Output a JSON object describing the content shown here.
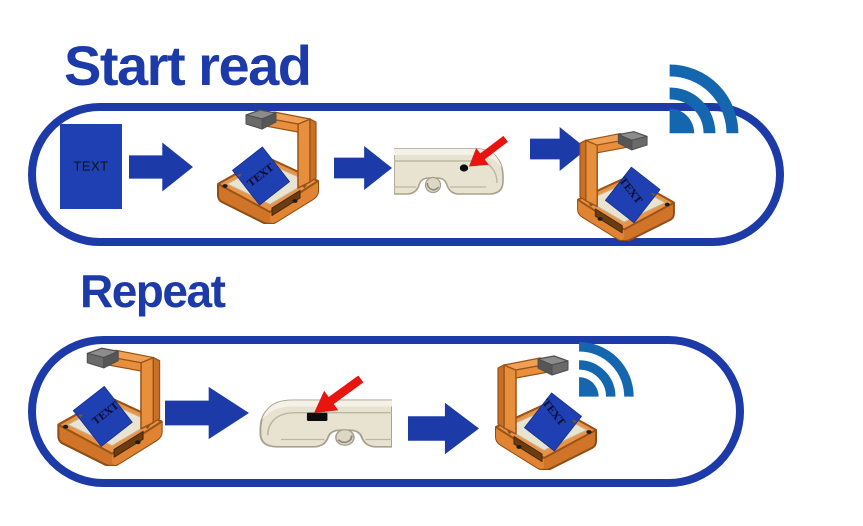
{
  "diagram": {
    "type": "instruction-flow",
    "device": "document scanner with camera arm",
    "paper_label": "TEXT"
  },
  "colors": {
    "primary_blue": "#1c3aa8",
    "wifi_blue": "#1467af",
    "alert_red": "#e8140f",
    "device_orange": "#ea9246",
    "panel_beige": "#e8e3d1",
    "paper_blue": "#1e40b2"
  },
  "sections": [
    {
      "id": "start-read",
      "title": "Start read",
      "steps": [
        {
          "name": "text-document",
          "label": "TEXT"
        },
        {
          "name": "flow-arrow"
        },
        {
          "name": "scanner-with-document",
          "paper_label": "TEXT"
        },
        {
          "name": "flow-arrow"
        },
        {
          "name": "button-closeup",
          "callout": "red arrow pointing at round start button"
        },
        {
          "name": "flow-arrow"
        },
        {
          "name": "scanner-transmitting",
          "paper_label": "TEXT",
          "wifi": true
        }
      ]
    },
    {
      "id": "repeat",
      "title": "Repeat",
      "steps": [
        {
          "name": "scanner-with-document",
          "paper_label": "TEXT"
        },
        {
          "name": "flow-arrow"
        },
        {
          "name": "button-closeup",
          "callout": "red arrow pointing at repeat slot button"
        },
        {
          "name": "flow-arrow"
        },
        {
          "name": "scanner-transmitting",
          "paper_label": "TEXT",
          "wifi": true
        }
      ]
    }
  ]
}
